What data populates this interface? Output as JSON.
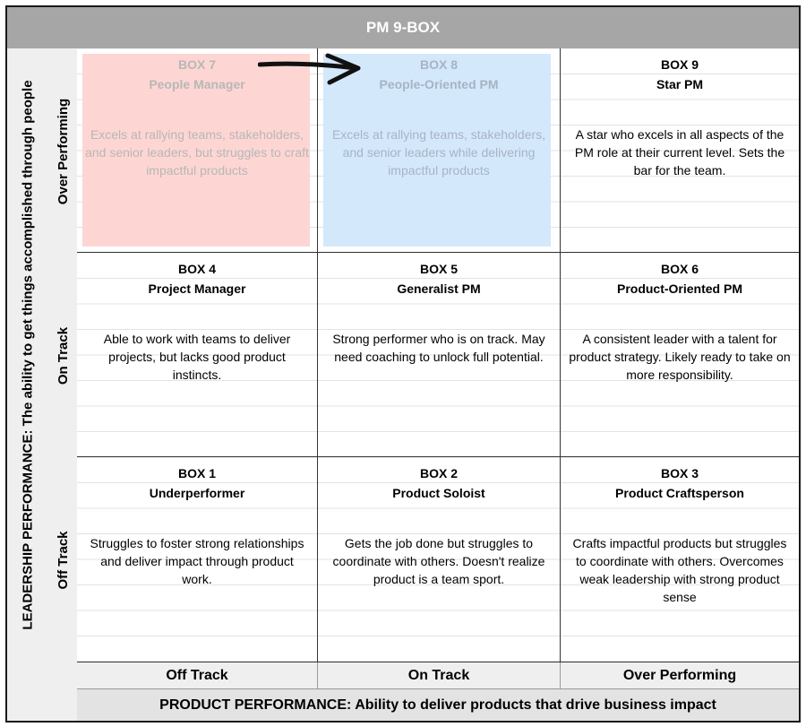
{
  "title": "PM 9-BOX",
  "y_axis_label": "LEADERSHIP PERFORMANCE: The ability to get things accomplished through people",
  "x_axis_label": "PRODUCT PERFORMANCE: Ability to deliver products that drive business impact",
  "rows": [
    "Over Performing",
    "On Track",
    "Off Track"
  ],
  "columns": [
    "Off Track",
    "On Track",
    "Over Performing"
  ],
  "boxes": {
    "box7": {
      "number": "BOX 7",
      "name": "People Manager",
      "desc": "Excels at rallying teams, stakeholders, and senior leaders, but struggles to craft impactful products"
    },
    "box8": {
      "number": "BOX 8",
      "name": "People-Oriented PM",
      "desc": "Excels at rallying teams, stakeholders, and senior leaders while delivering impactful products"
    },
    "box9": {
      "number": "BOX 9",
      "name": "Star PM",
      "desc": "A star who excels in all aspects of the PM role at their current level. Sets the bar for the team."
    },
    "box4": {
      "number": "BOX 4",
      "name": "Project Manager",
      "desc": "Able to work with teams to deliver projects, but lacks good product instincts."
    },
    "box5": {
      "number": "BOX 5",
      "name": "Generalist PM",
      "desc": "Strong performer who is on track. May need coaching to unlock full potential."
    },
    "box6": {
      "number": "BOX 6",
      "name": "Product-Oriented PM",
      "desc": "A consistent leader with a talent for product strategy. Likely ready to take on more responsibility."
    },
    "box1": {
      "number": "BOX 1",
      "name": "Underperformer",
      "desc": "Struggles to foster strong relationships and deliver impact through product work."
    },
    "box2": {
      "number": "BOX 2",
      "name": "Product Soloist",
      "desc": "Gets the job done but struggles to coordinate with others. Doesn't realize product is a team sport."
    },
    "box3": {
      "number": "BOX 3",
      "name": "Product Craftsperson",
      "desc": "Crafts impactful products but struggles to coordinate with others. Overcomes weak leadership with strong product sense"
    }
  },
  "colors": {
    "header_gray": "#a6a6a6",
    "label_gray": "#efefef",
    "box7_fill": "#fdd6d3",
    "box8_fill": "#d4e8fb"
  },
  "icons": {
    "arrow": "right-arrow-icon"
  }
}
